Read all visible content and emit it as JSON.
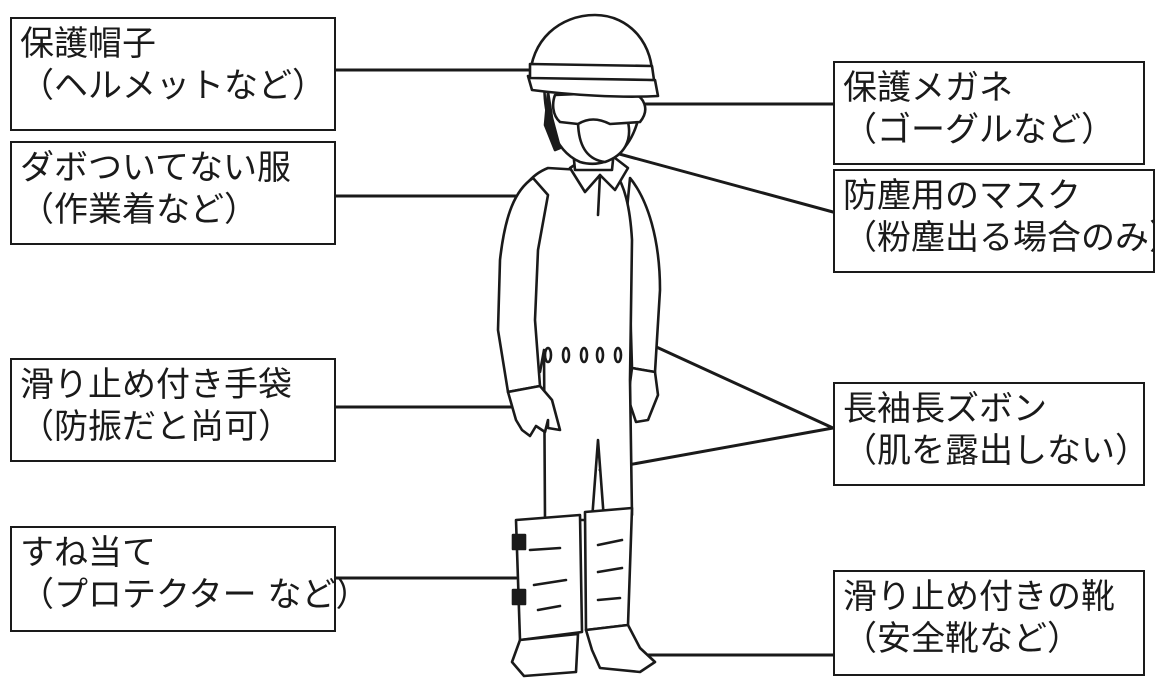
{
  "labels": {
    "helmet": {
      "line1": "保護帽子",
      "line2": "（ヘルメットなど）"
    },
    "clothes": {
      "line1": "ダボついてない服",
      "line2": "（作業着など）"
    },
    "gloves": {
      "line1": "滑り止め付き手袋",
      "line2": "（防振だと尚可）"
    },
    "shin_guards": {
      "line1": "すね当て",
      "line2": "（プロテクター など）"
    },
    "goggles": {
      "line1": "保護メガネ",
      "line2": "（ゴーグルなど）"
    },
    "mask": {
      "line1": "防塵用のマスク",
      "line2": "（粉塵出る場合のみ）"
    },
    "sleeves": {
      "line1": "長袖長ズボン",
      "line2": "（肌を露出しない）"
    },
    "shoes": {
      "line1": "滑り止め付きの靴",
      "line2": "（安全靴など）"
    }
  },
  "colors": {
    "ink": "#1a1a1a",
    "background": "#ffffff"
  }
}
